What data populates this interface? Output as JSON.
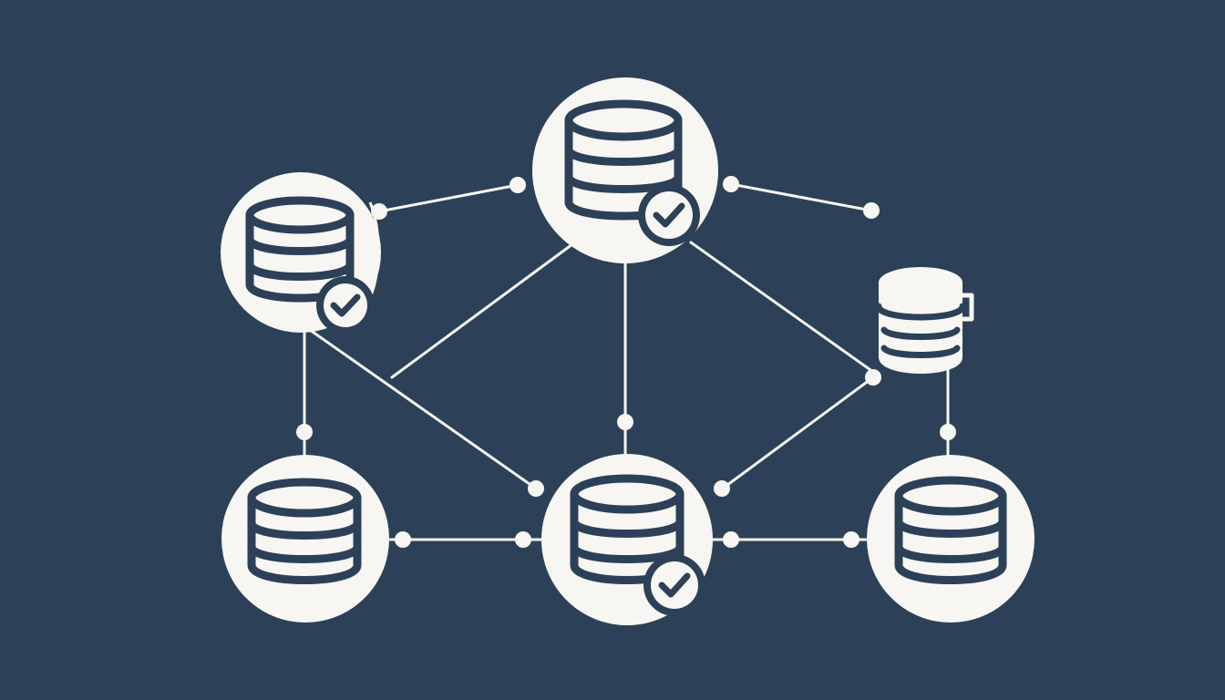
{
  "colors": {
    "background": "#2c4158",
    "foreground": "#f7f6f2",
    "stroke": "#2c4158"
  },
  "nodes": [
    {
      "id": "db-top-center",
      "icon": "database-icon",
      "verified": true
    },
    {
      "id": "db-upper-left",
      "icon": "database-icon",
      "verified": true
    },
    {
      "id": "db-right-small",
      "icon": "database-icon",
      "verified": false
    },
    {
      "id": "db-bottom-left",
      "icon": "database-icon",
      "verified": false
    },
    {
      "id": "db-bottom-center",
      "icon": "database-icon",
      "verified": true
    },
    {
      "id": "db-bottom-right",
      "icon": "database-icon",
      "verified": false
    }
  ],
  "connections": [
    {
      "from": "db-upper-left",
      "to": "db-top-center"
    },
    {
      "from": "db-top-center",
      "to": "endpoint-right"
    },
    {
      "from": "db-upper-left",
      "to": "db-bottom-left"
    },
    {
      "from": "db-upper-left",
      "to": "db-bottom-center"
    },
    {
      "from": "db-top-center",
      "to": "db-bottom-center"
    },
    {
      "from": "db-top-center",
      "to": "db-right-small"
    },
    {
      "from": "db-right-small",
      "to": "db-bottom-center"
    },
    {
      "from": "db-right-small",
      "to": "db-bottom-right"
    },
    {
      "from": "db-bottom-left",
      "to": "db-bottom-center"
    },
    {
      "from": "db-bottom-center",
      "to": "db-bottom-right"
    }
  ]
}
